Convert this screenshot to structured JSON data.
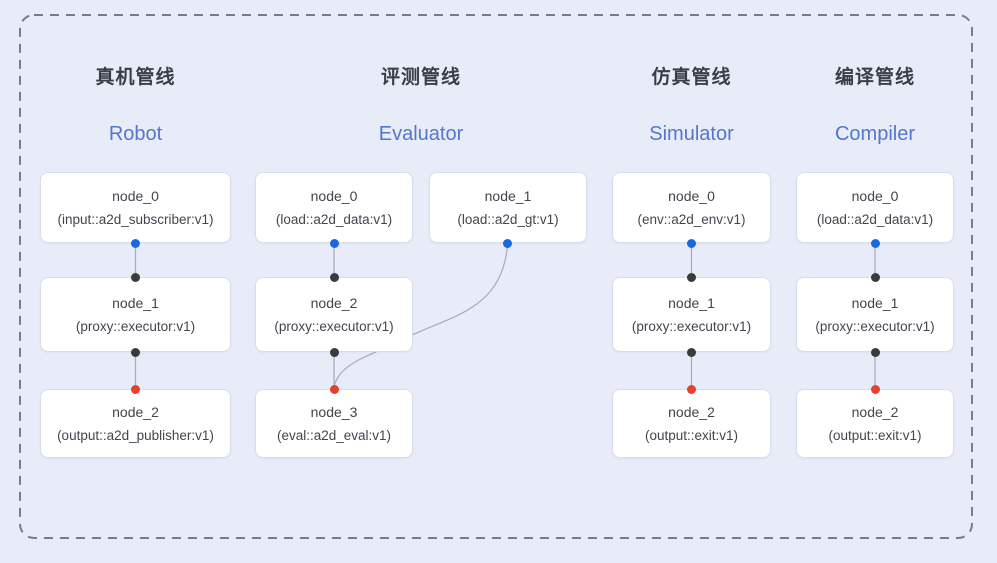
{
  "colors": {
    "background": "#e8ecf8",
    "dashed_border": "#767c88",
    "card_background": "#ffffff",
    "card_border": "#d9dde7",
    "edge_line": "#a4abbc",
    "port_blue": "#1d66e2",
    "port_dark": "#3b3b3d",
    "port_red": "#e8402c",
    "title_color": "#3a3f47",
    "subtitle_color": "#5377cc",
    "node_text_color": "#41464d"
  },
  "pipelines": [
    {
      "id": "robot",
      "title_cn": "真机管线",
      "title_en": "Robot",
      "nodes": [
        {
          "name": "node_0",
          "detail": "(input::a2d_subscriber:v1)"
        },
        {
          "name": "node_1",
          "detail": "(proxy::executor:v1)"
        },
        {
          "name": "node_2",
          "detail": "(output::a2d_publisher:v1)"
        }
      ],
      "edges": [
        {
          "from": "node_0",
          "to": "node_1"
        },
        {
          "from": "node_1",
          "to": "node_2"
        }
      ]
    },
    {
      "id": "evaluator",
      "title_cn": "评测管线",
      "title_en": "Evaluator",
      "nodes": [
        {
          "name": "node_0",
          "detail": "(load::a2d_data:v1)"
        },
        {
          "name": "node_1",
          "detail": "(load::a2d_gt:v1)"
        },
        {
          "name": "node_2",
          "detail": "(proxy::executor:v1)"
        },
        {
          "name": "node_3",
          "detail": "(eval::a2d_eval:v1)"
        }
      ],
      "edges": [
        {
          "from": "node_0",
          "to": "node_2"
        },
        {
          "from": "node_2",
          "to": "node_3"
        },
        {
          "from": "node_1",
          "to": "node_3"
        }
      ]
    },
    {
      "id": "simulator",
      "title_cn": "仿真管线",
      "title_en": "Simulator",
      "nodes": [
        {
          "name": "node_0",
          "detail": "(env::a2d_env:v1)"
        },
        {
          "name": "node_1",
          "detail": "(proxy::executor:v1)"
        },
        {
          "name": "node_2",
          "detail": "(output::exit:v1)"
        }
      ],
      "edges": [
        {
          "from": "node_0",
          "to": "node_1"
        },
        {
          "from": "node_1",
          "to": "node_2"
        }
      ]
    },
    {
      "id": "compiler",
      "title_cn": "编译管线",
      "title_en": "Compiler",
      "nodes": [
        {
          "name": "node_0",
          "detail": "(load::a2d_data:v1)"
        },
        {
          "name": "node_1",
          "detail": "(proxy::executor:v1)"
        },
        {
          "name": "node_2",
          "detail": "(output::exit:v1)"
        }
      ],
      "edges": [
        {
          "from": "node_0",
          "to": "node_1"
        },
        {
          "from": "node_1",
          "to": "node_2"
        }
      ]
    }
  ]
}
